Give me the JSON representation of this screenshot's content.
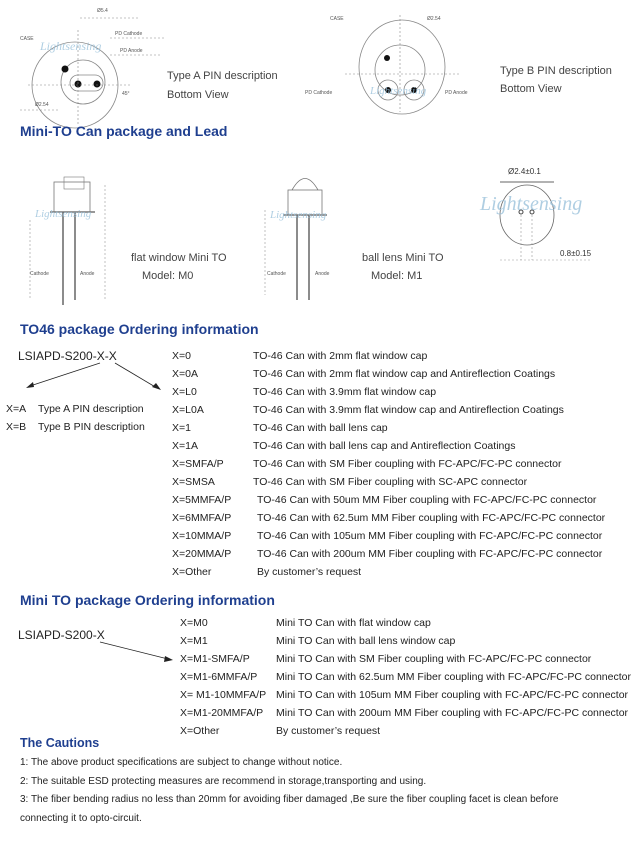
{
  "pin_diagrams": {
    "type_a": {
      "title": "Type A   PIN description",
      "subtitle": "Bottom View",
      "labels": [
        "Ø5.4",
        "CASE",
        "PD Cathode",
        "PD Anode",
        "Ø2.54",
        "45°"
      ]
    },
    "type_b": {
      "title": "Type B   PIN description",
      "subtitle": "Bottom View",
      "labels": [
        "CASE",
        "Ø2.54",
        "PD Cathode",
        "PD Anode"
      ]
    }
  },
  "watermark": "Lightsensing",
  "mini_to_section": {
    "heading": "Mini-TO Can package and Lead",
    "m0": {
      "name": "flat window Mini TO",
      "model": "Model:  M0",
      "cathode": "Cathode",
      "anode": "Anode"
    },
    "m1": {
      "name": "ball lens Mini TO",
      "model": "Model:  M1",
      "cathode": "Cathode",
      "anode": "Anode"
    },
    "bottom": {
      "diameter": "Ø2.4±0.1",
      "pitch": "0.8±0.15"
    }
  },
  "to46_ordering": {
    "heading": "TO46 package Ordering information",
    "part_number": "LSIAPD-S200-X-X",
    "pin_options": [
      {
        "code": "X=A",
        "desc": "Type A PIN description"
      },
      {
        "code": "X=B",
        "desc": "Type B PIN description"
      }
    ],
    "options": [
      {
        "code": "X=0",
        "desc": "TO-46 Can with 2mm flat window cap"
      },
      {
        "code": "X=0A",
        "desc": "TO-46 Can with 2mm flat window cap and Antireflection Coatings"
      },
      {
        "code": "X=L0",
        "desc": "TO-46 Can with 3.9mm flat window cap"
      },
      {
        "code": "X=L0A",
        "desc": "TO-46 Can with 3.9mm flat window cap and Antireflection Coatings"
      },
      {
        "code": "X=1",
        "desc": "TO-46 Can with ball lens cap"
      },
      {
        "code": "X=1A",
        "desc": "TO-46 Can with ball lens cap and Antireflection Coatings"
      },
      {
        "code": "X=SMFA/P",
        "desc": "TO-46 Can with SM Fiber coupling with FC-APC/FC-PC connector"
      },
      {
        "code": "X=SMSA",
        "desc": "TO-46 Can with SM Fiber coupling with SC-APC connector"
      },
      {
        "code": "X=5MMFA/P",
        "desc": "TO-46 Can with 50um MM Fiber coupling with FC-APC/FC-PC connector"
      },
      {
        "code": "X=6MMFA/P",
        "desc": "TO-46 Can with 62.5um MM Fiber coupling with FC-APC/FC-PC connector"
      },
      {
        "code": "X=10MMA/P",
        "desc": "TO-46 Can with 105um MM Fiber coupling with FC-APC/FC-PC connector"
      },
      {
        "code": "X=20MMA/P",
        "desc": "TO-46 Can with 200um MM Fiber coupling with FC-APC/FC-PC connector"
      },
      {
        "code": "X=Other",
        "desc": "By customer’s request"
      }
    ]
  },
  "mini_to_ordering": {
    "heading": "Mini TO package Ordering information",
    "part_number": "LSIAPD-S200-X",
    "options": [
      {
        "code": "X=M0",
        "desc": "Mini TO Can with flat window cap"
      },
      {
        "code": "X=M1",
        "desc": "Mini TO Can with ball lens window cap"
      },
      {
        "code": "X=M1-SMFA/P",
        "desc": "Mini TO Can with SM Fiber coupling with FC-APC/FC-PC connector"
      },
      {
        "code": "X=M1-6MMFA/P",
        "desc": "Mini TO Can with 62.5um MM Fiber coupling with FC-APC/FC-PC connector"
      },
      {
        "code": "X= M1-10MMFA/P",
        "desc": "Mini TO Can with 105um MM Fiber coupling with FC-APC/FC-PC connector"
      },
      {
        "code": "X=M1-20MMFA/P",
        "desc": "Mini TO Can with 200um MM Fiber coupling with FC-APC/FC-PC connector"
      },
      {
        "code": "X=Other",
        "desc": "By customer’s request"
      }
    ]
  },
  "cautions": {
    "heading": "The Cautions",
    "items": [
      "1: The above product specifications are subject to change without notice.",
      "2: The suitable ESD protecting measures are recommend in storage,transporting and using.",
      "3: The fiber bending radius no less than 20mm for avoiding fiber damaged ,Be sure the fiber coupling facet is clean before",
      "connecting it to opto-circuit."
    ]
  }
}
